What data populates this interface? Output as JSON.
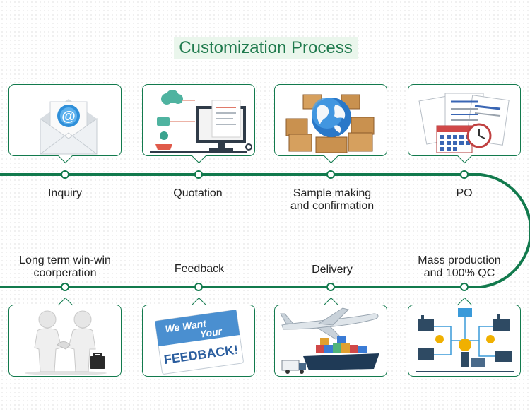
{
  "title": "Customization Process",
  "colors": {
    "accent": "#127a4d",
    "title_bg": "#eaf6ec",
    "title_text": "#1f7a4d"
  },
  "steps": [
    {
      "label": "Inquiry",
      "icon": "email-envelope-icon"
    },
    {
      "label": "Quotation",
      "icon": "computer-document-icon"
    },
    {
      "label": "Sample making\nand confirmation",
      "icon": "globe-boxes-icon"
    },
    {
      "label": "PO",
      "icon": "documents-calendar-clock-icon"
    },
    {
      "label": "Mass production\nand 100% QC",
      "icon": "factory-network-icon"
    },
    {
      "label": "Delivery",
      "icon": "plane-ship-truck-icon"
    },
    {
      "label": "Feedback",
      "icon": "feedback-card-icon",
      "card_text": [
        "We Want",
        "Your",
        "FEEDBACK!"
      ]
    },
    {
      "label": "Long term win-win\ncoorperation",
      "icon": "handshake-icon"
    }
  ]
}
